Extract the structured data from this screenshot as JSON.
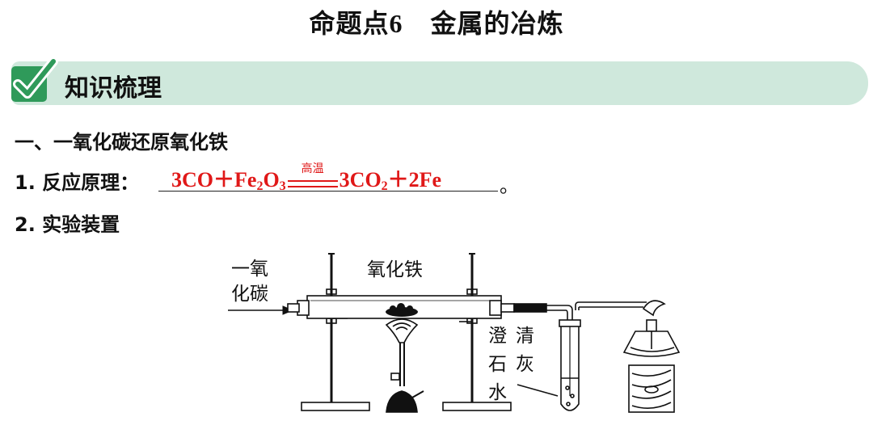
{
  "title": {
    "topic": "命题点",
    "number": "6",
    "name": "金属的冶炼"
  },
  "banner": {
    "text": "知识梳理",
    "icon": "check-icon",
    "color": "#cfe8dc"
  },
  "section1": {
    "heading": "一、一氧化碳还原氧化铁"
  },
  "principle": {
    "label": "1. 反应原理：",
    "equation": {
      "left_a": "3CO＋Fe",
      "sub1": "2",
      "left_b": "O",
      "sub2": "3",
      "condition": "高温",
      "right_a": "3CO",
      "sub3": "2",
      "right_b": "＋2Fe"
    },
    "end": "。",
    "answer_color": "#e01818"
  },
  "apparatus": {
    "label": "2. 实验装置",
    "co_label_1": "一氧",
    "co_label_2": "化碳",
    "iron_oxide_label": "氧化铁",
    "limewater_col1": [
      "澄",
      "石",
      "水"
    ],
    "limewater_col2": [
      "清",
      "灰"
    ]
  }
}
